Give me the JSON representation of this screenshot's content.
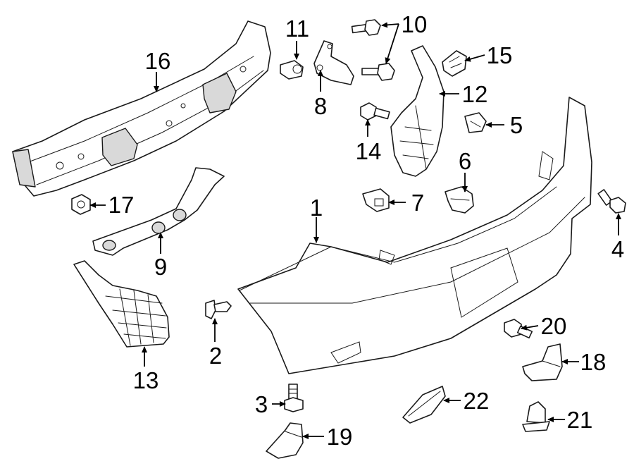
{
  "diagram": {
    "callouts": [
      {
        "id": "1",
        "label": "1"
      },
      {
        "id": "2",
        "label": "2"
      },
      {
        "id": "3",
        "label": "3"
      },
      {
        "id": "4",
        "label": "4"
      },
      {
        "id": "5",
        "label": "5"
      },
      {
        "id": "6",
        "label": "6"
      },
      {
        "id": "7",
        "label": "7"
      },
      {
        "id": "8",
        "label": "8"
      },
      {
        "id": "9",
        "label": "9"
      },
      {
        "id": "10",
        "label": "10"
      },
      {
        "id": "11",
        "label": "11"
      },
      {
        "id": "12",
        "label": "12"
      },
      {
        "id": "13",
        "label": "13"
      },
      {
        "id": "14",
        "label": "14"
      },
      {
        "id": "15",
        "label": "15"
      },
      {
        "id": "16",
        "label": "16"
      },
      {
        "id": "17",
        "label": "17"
      },
      {
        "id": "18",
        "label": "18"
      },
      {
        "id": "19",
        "label": "19"
      },
      {
        "id": "20",
        "label": "20"
      },
      {
        "id": "21",
        "label": "21"
      },
      {
        "id": "22",
        "label": "22"
      }
    ],
    "colors": {
      "line": "#1a1a1a",
      "background": "#ffffff"
    }
  }
}
